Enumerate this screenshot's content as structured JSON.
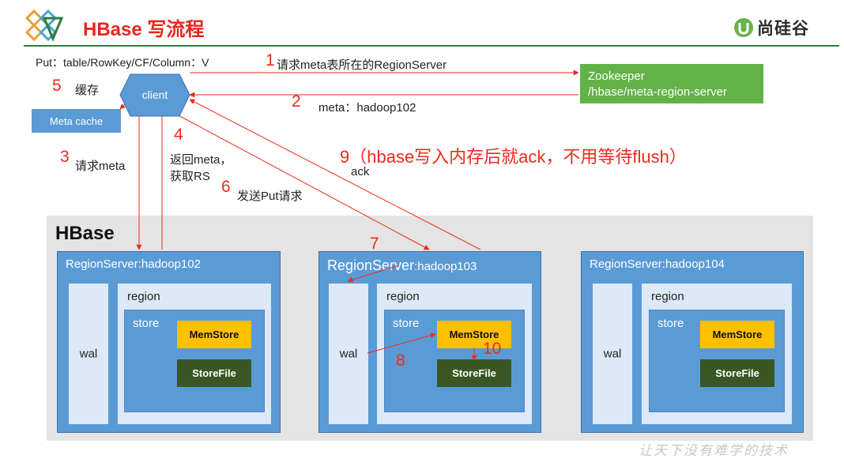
{
  "header": {
    "title": "HBase 写流程",
    "brand": "尚硅谷",
    "brand_mark": "U"
  },
  "top_note": "Put：table/RowKey/CF/Column：V",
  "zookeeper": {
    "line1": "Zookeeper",
    "line2": "/hbase/meta-region-server"
  },
  "client": "client",
  "meta_cache": "Meta cache",
  "steps": {
    "s1_num": "1",
    "s1_text": "请求meta表所在的RegionServer",
    "s2_num": "2",
    "s2_text": "meta：hadoop102",
    "s3_num": "3",
    "s3_text": "请求meta",
    "s4_num": "4",
    "s4_text_1": "返回meta，",
    "s4_text_2": "获取RS",
    "s5_num": "5",
    "s5_text": "缓存",
    "s6_num": "6",
    "s6_text": "发送Put请求",
    "s7_num": "7",
    "s8_num": "8",
    "s9_text": "9（hbase写入内存后就ack，不用等待flush）",
    "s9_ack": "ack",
    "s10_num": "10"
  },
  "hbase_label": "HBase",
  "region_servers": [
    {
      "title": "RegionServer:hadoop102",
      "wal": "wal",
      "region": "region",
      "store": "store",
      "memstore": "MemStore",
      "storefile": "StoreFile"
    },
    {
      "title_a": "RegionServer",
      "title_b": ":hadoop103",
      "wal": "wal",
      "region": "region",
      "store": "store",
      "memstore": "MemStore",
      "storefile": "StoreFile"
    },
    {
      "title": "RegionServer:hadoop104",
      "wal": "wal",
      "region": "region",
      "store": "store",
      "memstore": "MemStore",
      "storefile": "StoreFile"
    }
  ],
  "footer_note": "让天下没有难学的技术",
  "colors": {
    "title_red": "#e8261e",
    "arrow_red": "#ee2a1c",
    "node_blue": "#5b9bd5",
    "pale_blue": "#dde9f6",
    "memstore": "#ffc000",
    "storefile": "#385723",
    "zookeeper": "#62b248",
    "rule_green": "#2f7d3a"
  }
}
